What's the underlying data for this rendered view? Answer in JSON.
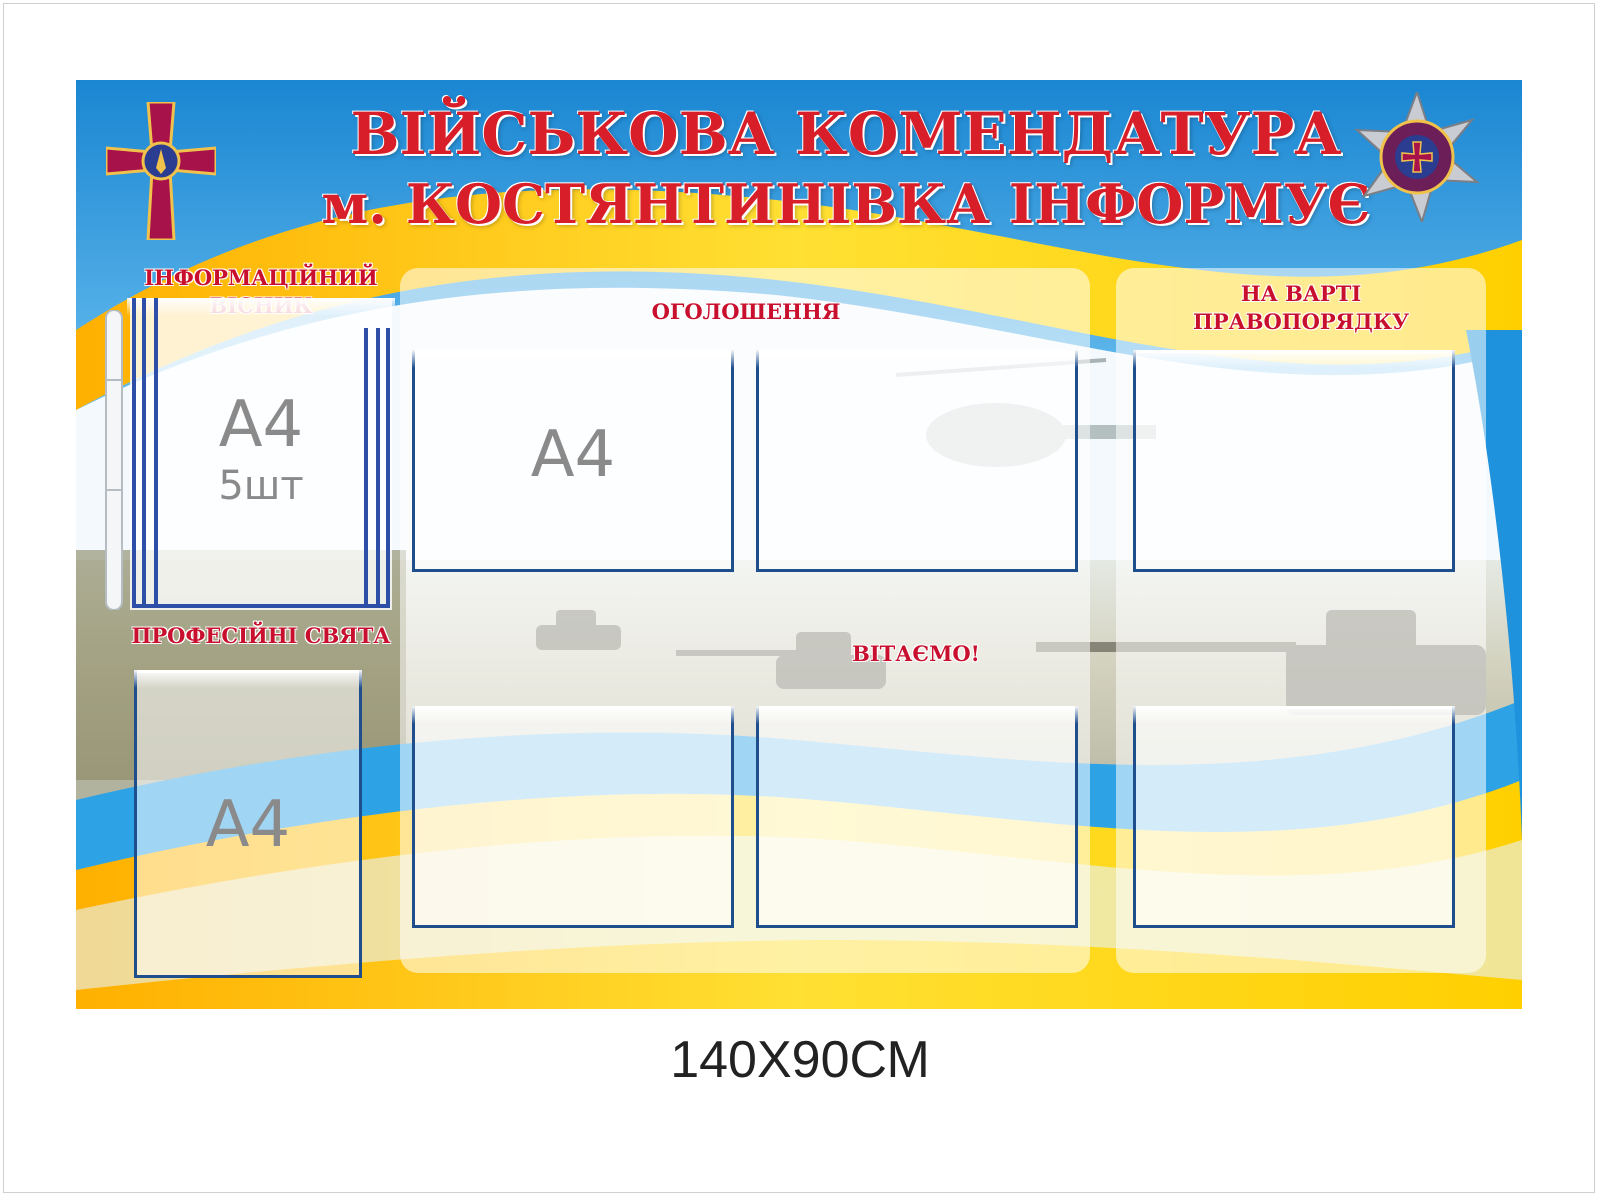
{
  "board": {
    "title_line1": "ВІЙСЬКОВА КОМЕНДАТУРА",
    "title_line2": "м. КОСТЯНТИНІВКА ІНФОРМУЄ",
    "emblem_left": "ground-forces-cross-icon",
    "emblem_right": "military-law-enforcement-star-icon",
    "colors": {
      "title": "#d81e28",
      "pocket_border": "#1e4f8c",
      "blue": "#1f8fd6",
      "yellow": "#ffd400"
    }
  },
  "sections": {
    "info_bulletin": {
      "label": "ІНФОРМАЦІЙНИЙ ВІСНИК",
      "pocket_text": "А4",
      "pocket_subtext": "5шт"
    },
    "holidays": {
      "label": "ПРОФЕСІЙНІ СВЯТА",
      "pocket_text": "А4"
    },
    "announcements": {
      "label": "ОГОЛОШЕННЯ",
      "pocket_text": "А4"
    },
    "congratulations": {
      "label": "ВІТАЄМО!"
    },
    "law_order": {
      "label_line1": "НА ВАРТІ",
      "label_line2": "ПРАВОПОРЯДКУ"
    }
  },
  "size_label": "140Х90СМ"
}
